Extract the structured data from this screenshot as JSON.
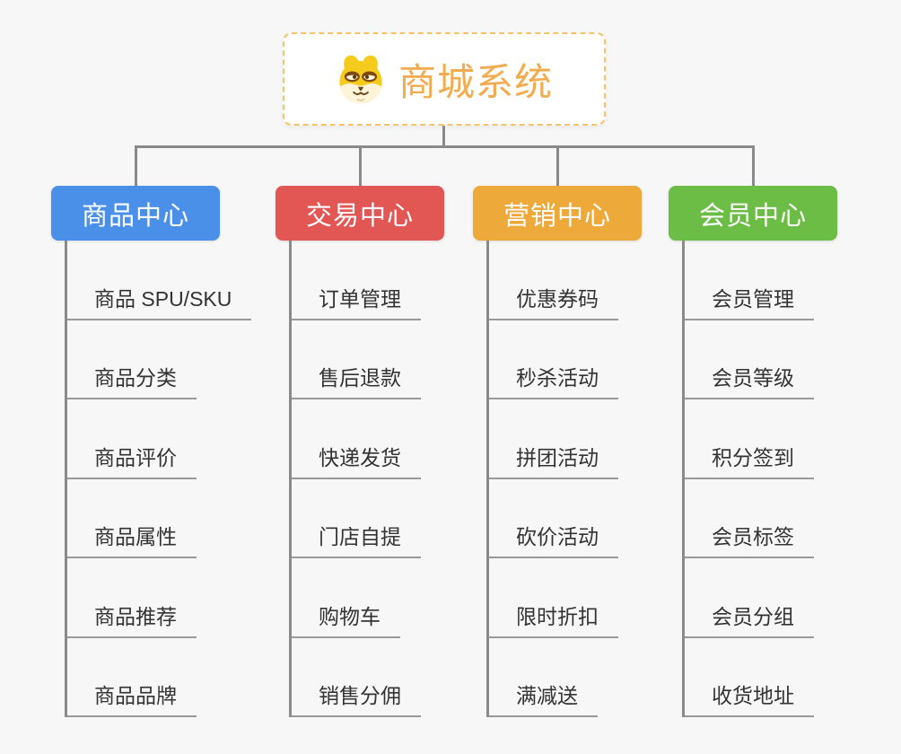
{
  "page": {
    "background_color": "#f7f7f7",
    "connector_color": "#8a8a8a",
    "underline_color": "#999999",
    "leaf_text_color": "#333333"
  },
  "root": {
    "title": "商城系统",
    "icon": "dog-face-icon",
    "title_color": "#f2ab4e",
    "border_color": "#f4c36a"
  },
  "branches": [
    {
      "label": "商品中心",
      "color": "#4a90e8",
      "children": [
        "商品 SPU/SKU",
        "商品分类",
        "商品评价",
        "商品属性",
        "商品推荐",
        "商品品牌"
      ]
    },
    {
      "label": "交易中心",
      "color": "#e25653",
      "children": [
        "订单管理",
        "售后退款",
        "快递发货",
        "门店自提",
        "购物车",
        "销售分佣"
      ]
    },
    {
      "label": "营销中心",
      "color": "#edaa3b",
      "children": [
        "优惠券码",
        "秒杀活动",
        "拼团活动",
        "砍价活动",
        "限时折扣",
        "满减送"
      ]
    },
    {
      "label": "会员中心",
      "color": "#6cbd45",
      "children": [
        "会员管理",
        "会员等级",
        "积分签到",
        "会员标签",
        "会员分组",
        "收货地址"
      ]
    }
  ]
}
